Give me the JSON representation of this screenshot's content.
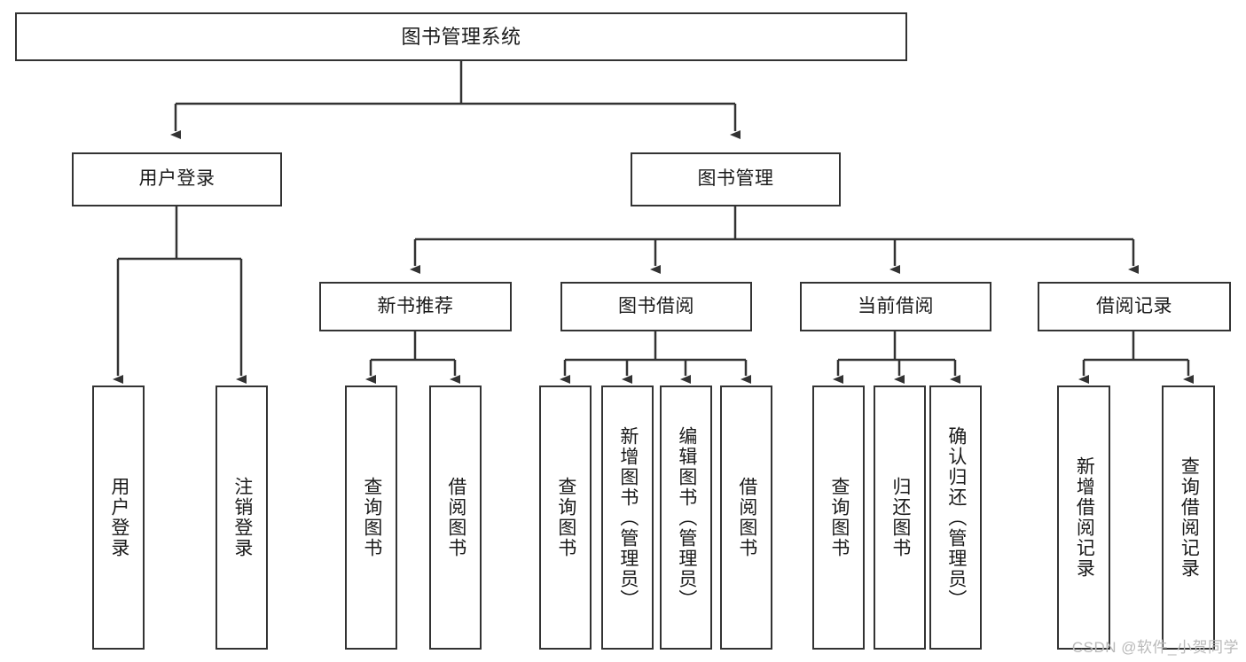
{
  "diagram": {
    "title": "图书管理系统",
    "type": "tree-hierarchy-chart",
    "colors": {
      "box_border": "#333333",
      "box_fill": "#ffffff",
      "connector": "#333333",
      "watermark": "#b9b9b9",
      "page_background": "#ffffff"
    },
    "watermark": "CSDN @软件_小贺同学"
  },
  "nodes": {
    "root": {
      "label": "图书管理系统"
    },
    "level2": [
      {
        "label": "用户登录"
      },
      {
        "label": "图书管理"
      }
    ],
    "level3": [
      {
        "label": "新书推荐"
      },
      {
        "label": "图书借阅"
      },
      {
        "label": "当前借阅"
      },
      {
        "label": "借阅记录"
      }
    ],
    "leaves": {
      "user_login": [
        {
          "label": "用户登录"
        },
        {
          "label": "注销登录"
        }
      ],
      "new_book_recommend": [
        {
          "label": "查询图书"
        },
        {
          "label": "借阅图书"
        }
      ],
      "book_borrow": [
        {
          "label": "查询图书"
        },
        {
          "label": "新增图书（管理员）"
        },
        {
          "label": "编辑图书（管理员）"
        },
        {
          "label": "借阅图书"
        }
      ],
      "current_borrow": [
        {
          "label": "查询图书"
        },
        {
          "label": "归还图书"
        },
        {
          "label": "确认归还（管理员）"
        }
      ],
      "borrow_record": [
        {
          "label": "新增借阅记录"
        },
        {
          "label": "查询借阅记录"
        }
      ]
    }
  }
}
